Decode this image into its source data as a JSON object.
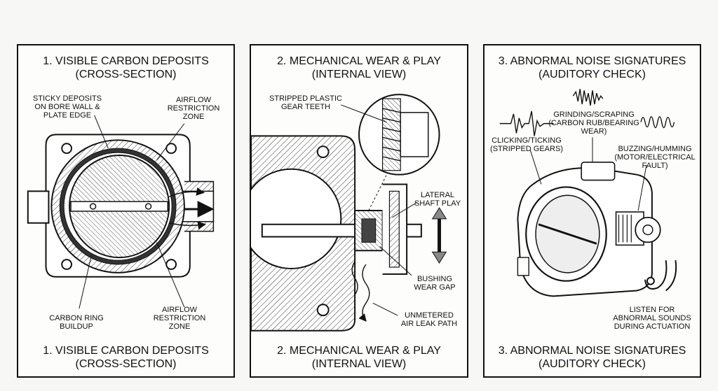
{
  "panels": [
    {
      "title": "1. VISIBLE CARBON DEPOSITS\n(CROSS-SECTION)",
      "footer": "1. VISIBLE CARBON DEPOSITS\n(CROSS-SECTION)",
      "labels": {
        "sticky": "STICKY DEPOSITS\nON BORE WALL &\nPLATE EDGE",
        "airflow_top": "AIRFLOW\nRESTRICTION\nZONE",
        "carbon_ring": "CARBON RING\nBUILDUP",
        "airflow_bottom": "AIRFLOW\nRESTRICTION\nZONE"
      }
    },
    {
      "title": "2. MECHANICAL WEAR & PLAY\n(INTERNAL VIEW)",
      "footer": "2. MECHANICAL WEAR & PLAY\n(INTERNAL VIEW)",
      "labels": {
        "gear": "STRIPPED PLASTIC\nGEAR TEETH",
        "lateral": "LATERAL\nSHAFT PLAY",
        "bushing": "BUSHING\nWEAR GAP",
        "leak": "UNMETERED\nAIR LEAK PATH"
      }
    },
    {
      "title": "3. ABNORMAL NOISE SIGNATURES\n(AUDITORY CHECK)",
      "footer": "3. ABNORMAL NOISE SIGNATURES\n(AUDITORY CHECK)",
      "labels": {
        "grinding": "GRINDING/SCRAPING\n(CARBON RUB/BEARING\nWEAR)",
        "clicking": "CLICKING/TICKING\n(STRIPPED GEARS)",
        "buzzing": "BUZZING/HUMMING\n(MOTOR/ELECTRICAL\nFAULT)",
        "listen": "LISTEN FOR\nABNORMAL SOUNDS\nDURING ACTUATION"
      }
    }
  ]
}
